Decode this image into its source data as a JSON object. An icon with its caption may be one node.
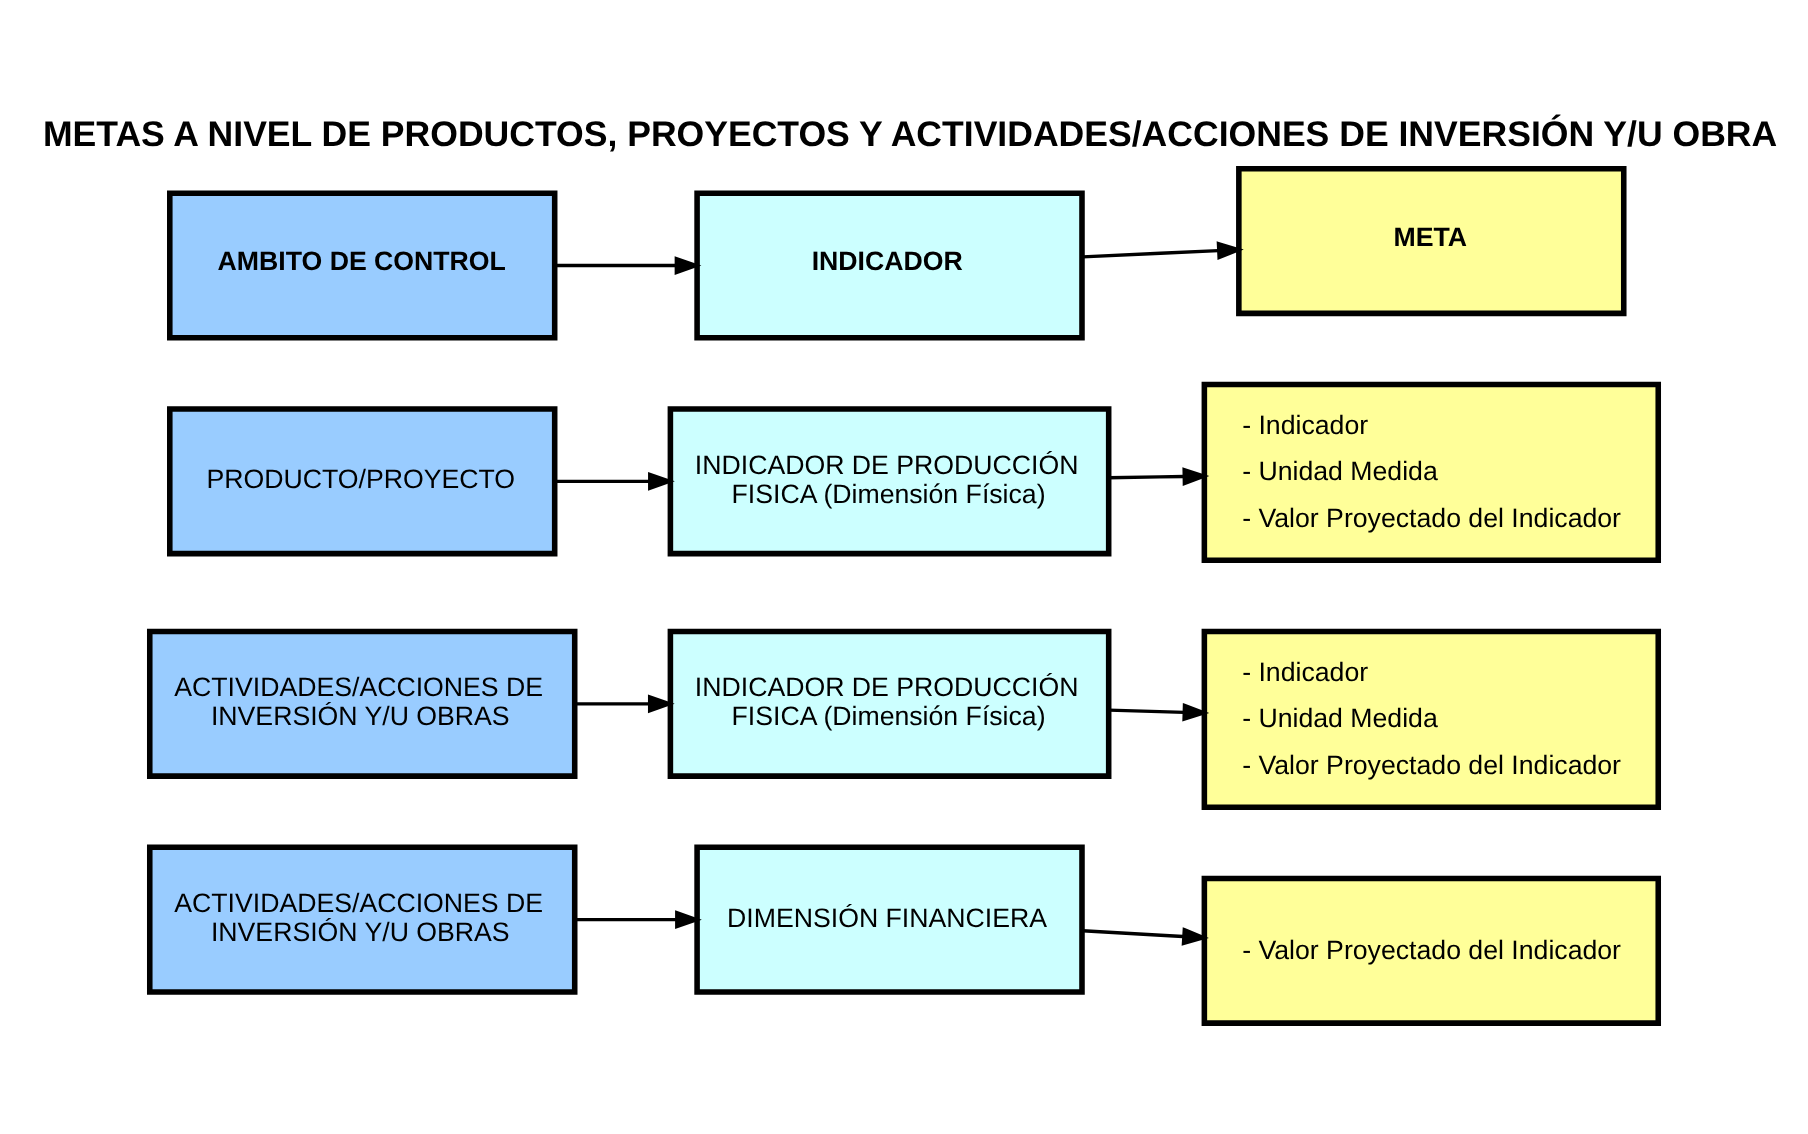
{
  "diagram": {
    "title": "METAS A NIVEL DE PRODUCTOS, PROYECTOS Y ACTIVIDADES/ACCIONES DE INVERSIÓN Y/U OBRA",
    "nodes": [
      {
        "text": [
          "AMBITO DE CONTROL"
        ]
      },
      {
        "text": [
          "INDICADOR"
        ]
      },
      {
        "text": [
          "META"
        ]
      },
      {
        "text": [
          "PRODUCTO/PROYECTO"
        ]
      },
      {
        "text": [
          "INDICADOR DE PRODUCCIÓN FISICA (Dimensión Física)"
        ]
      },
      {
        "text": [
          "- Indicador",
          "- Unidad Medida",
          "- Valor Proyectado del Indicador"
        ]
      },
      {
        "text": [
          "ACTIVIDADES/ACCIONES DE INVERSIÓN Y/U OBRAS"
        ]
      },
      {
        "text": [
          "INDICADOR DE PRODUCCIÓN FISICA (Dimensión Física)"
        ]
      },
      {
        "text": [
          "- Indicador",
          "- Unidad Medida",
          "- Valor Proyectado del Indicador"
        ]
      },
      {
        "text": [
          "ACTIVIDADES/ACCIONES DE INVERSIÓN Y/U OBRAS"
        ]
      },
      {
        "text": [
          "DIMENSIÓN FINANCIERA"
        ]
      },
      {
        "text": [
          "- Valor Proyectado del Indicador"
        ]
      }
    ],
    "edges": [
      {
        "from": 0,
        "to": 1,
        "arrow": "to"
      },
      {
        "from": 1,
        "to": 2,
        "arrow": "to"
      },
      {
        "from": 3,
        "to": 4,
        "arrow": "to"
      },
      {
        "from": 4,
        "to": 5,
        "arrow": "to"
      },
      {
        "from": 6,
        "to": 7,
        "arrow": "to"
      },
      {
        "from": 7,
        "to": 8,
        "arrow": "to"
      },
      {
        "from": 9,
        "to": 10,
        "arrow": "to"
      },
      {
        "from": 10,
        "to": 11,
        "arrow": "to"
      }
    ]
  }
}
